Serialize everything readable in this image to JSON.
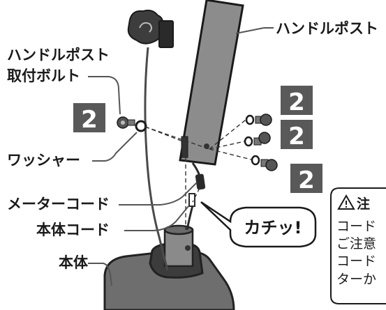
{
  "labels": {
    "handle_post": "ハンドルポスト",
    "bolt_line1": "ハンドルポスト",
    "bolt_line2": "取付ボルト",
    "washer": "ワッシャー",
    "meter_cord": "メーターコード",
    "body_cord": "本体コード",
    "body": "本体"
  },
  "steps": {
    "left": "2",
    "right_top": "2",
    "right_mid": "2",
    "right_low": "2"
  },
  "callout": {
    "text": "カチッ!"
  },
  "caution": {
    "icon": "warning-triangle-icon",
    "title": "注",
    "lines": [
      "コード",
      "ご注意",
      "コード",
      "ターか"
    ]
  },
  "colors": {
    "post": "#8c8c8c",
    "step_box": "#595959",
    "body": "#6e6e6e"
  }
}
